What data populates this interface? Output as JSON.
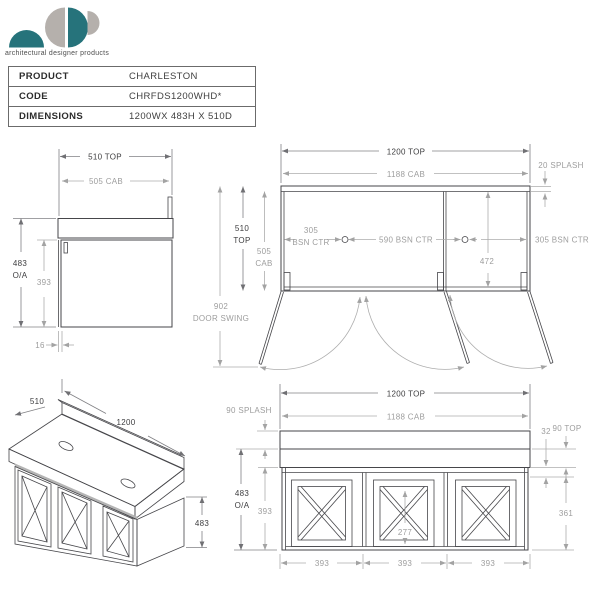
{
  "brand": {
    "tagline": "architectural designer products",
    "teal": "#26737b",
    "gray": "#b5b0ac"
  },
  "table": {
    "rows": [
      {
        "label": "PRODUCT",
        "value": "CHARLESTON"
      },
      {
        "label": "CODE",
        "value": "CHRFDS1200WHD*"
      },
      {
        "label": "DIMENSIONS",
        "value": "1200WX 483H X 510D"
      }
    ]
  },
  "side_view": {
    "d510": "510 TOP",
    "d505": "505 CAB",
    "d483": "483",
    "d483b": "O/A",
    "d393": "393",
    "d16": "16"
  },
  "plan_view": {
    "d1200": "1200 TOP",
    "d1188": "1188 CAB",
    "d20": "20 SPLASH",
    "d510": "510",
    "d510b": "TOP",
    "d505": "505",
    "d505b": "CAB",
    "d902": "902",
    "d902b": "DOOR SWING",
    "bsn_left": "305",
    "bsn_leftb": "BSN CTR",
    "bsn_mid": "590 BSN CTR",
    "d472": "472",
    "bsn_right": "305 BSN CTR"
  },
  "iso_view": {
    "d510": "510",
    "d1200": "1200",
    "d483": "483"
  },
  "front_view": {
    "d1200": "1200 TOP",
    "d1188": "1188 CAB",
    "d90s": "90 SPLASH",
    "d32": "32",
    "d90t": "90 TOP",
    "d483": "483",
    "d483b": "O/A",
    "d393l": "393",
    "d361": "361",
    "d277": "277",
    "d393a": "393",
    "d393b": "393",
    "d393c": "393"
  }
}
